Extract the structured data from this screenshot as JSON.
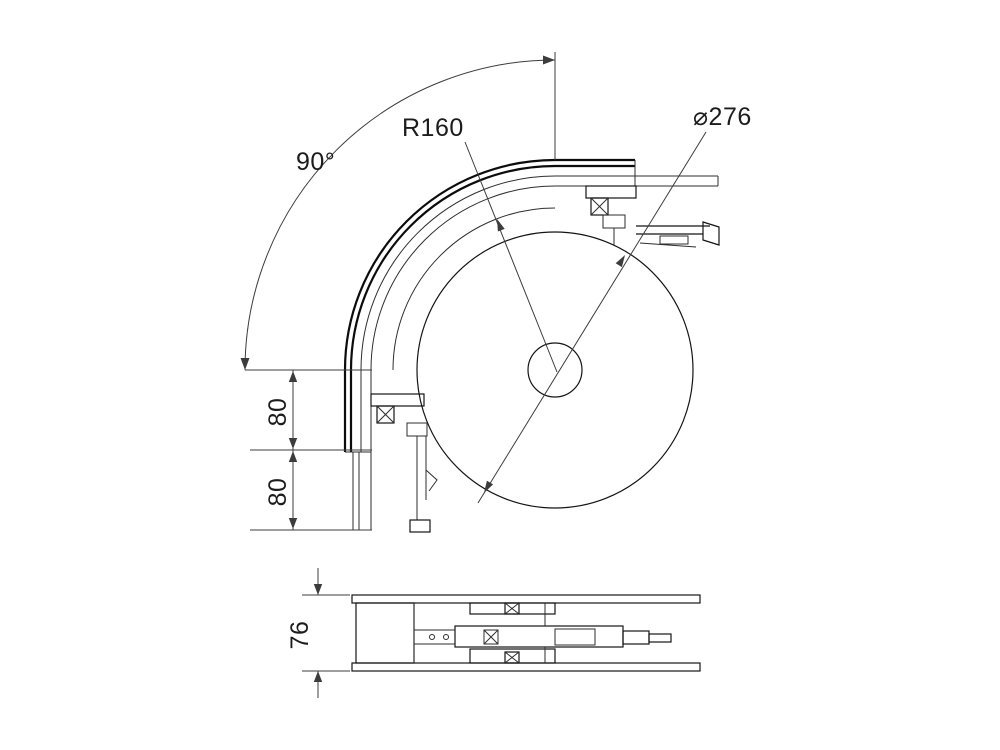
{
  "drawing": {
    "dims": {
      "angle": "90°",
      "radius": "R160",
      "diameter": "⌀276",
      "upper_offset": "80",
      "lower_offset": "80",
      "side_height": "76"
    },
    "colors": {
      "background": "#ffffff",
      "geometry_line": "#141414",
      "dimension_line": "#3c3c3c"
    }
  }
}
